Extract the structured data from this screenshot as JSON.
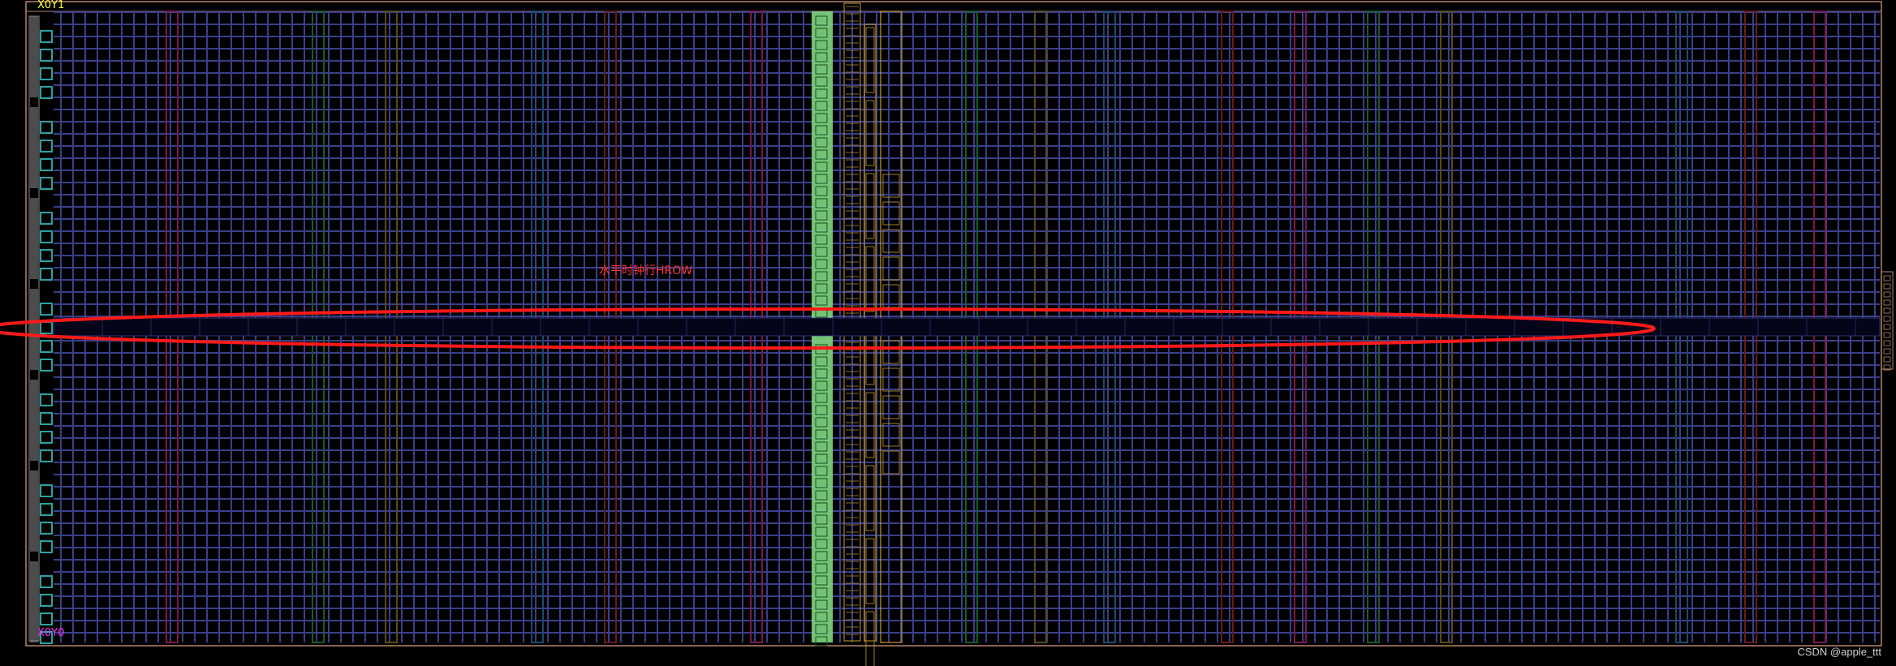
{
  "view": {
    "clock_region_top_label": "X0Y1",
    "clock_region_bottom_label": "X0Y0",
    "annotation": "水平时钟行HROW",
    "watermark": "CSDN @apple_ttt"
  },
  "colors": {
    "background": "#000000",
    "clb_grid": "#3a3f8a",
    "region_border": "#b8826a",
    "top_label": "#ffff33",
    "bottom_label": "#ff33ff",
    "annotation": "#ff3333",
    "highlight_ellipse": "#ff1a1a",
    "io_column": "#8a8a8a",
    "io_pad": "#29a3a3",
    "bram_column": "#7fd67f",
    "clock_spine": "#c89a2a",
    "column_colors": [
      "#7a1a4a",
      "#1a5a2a",
      "#5a4a1a",
      "#1a4a6a",
      "#6a1a1a"
    ]
  }
}
